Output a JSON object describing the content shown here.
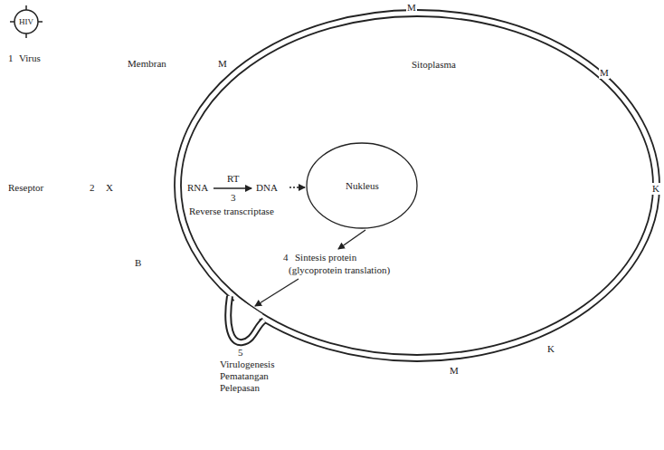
{
  "diagram": {
    "nodes": [
      {
        "text": [
          "Sitoplasma"
        ]
      },
      {
        "text": [
          "Nukleus"
        ],
        "in": 0
      },
      {
        "text": [
          "HIV"
        ]
      }
    ],
    "labels": [
      "M",
      "Membran",
      "M",
      "M",
      "1",
      "Virus",
      "Reseptor",
      "2",
      "X",
      "RNA",
      "RT",
      "DNA",
      "3",
      "Reverse transcriptase",
      "K",
      "B",
      "4",
      "Sintesis protein",
      "(glycoprotein translation)",
      "K",
      "M",
      "5",
      "Virulogenesis",
      "Pematangan",
      "Pelepasan"
    ]
  }
}
